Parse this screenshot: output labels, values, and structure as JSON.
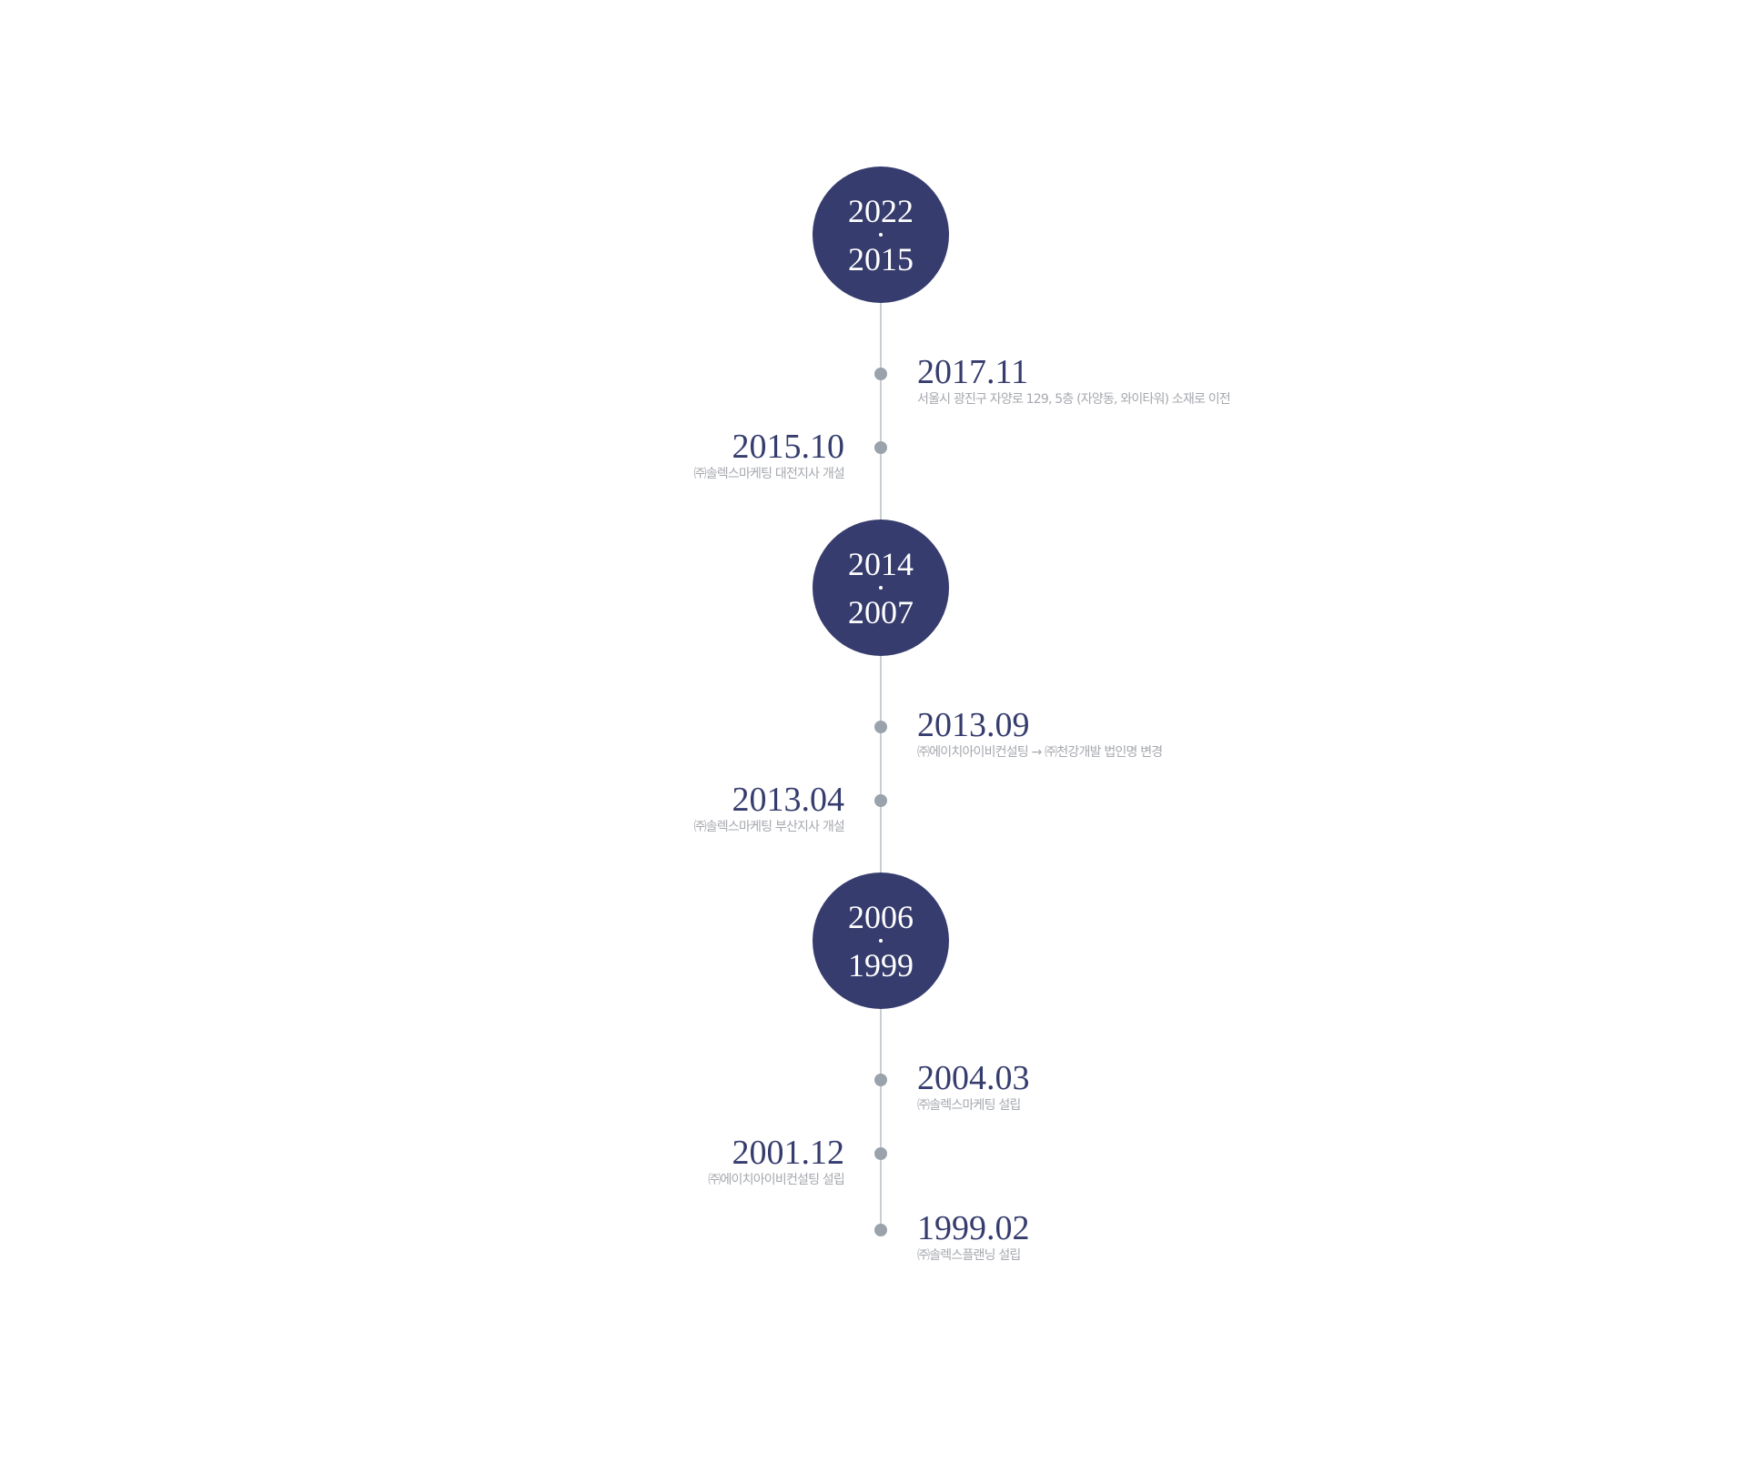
{
  "colors": {
    "accent": "#363d6e",
    "dot": "#9aa3ab",
    "line": "#c9ced3",
    "desc_text": "#a5a8ae"
  },
  "eras": [
    {
      "start": "2022",
      "end": "2015",
      "events": [
        {
          "date": "2017.11",
          "desc": "서울시 광진구 자양로 129, 5층 (자양동, 와이타워) 소재로 이전"
        },
        {
          "date": "2015.10",
          "desc": "㈜솔렉스마케팅 대전지사 개설"
        }
      ]
    },
    {
      "start": "2014",
      "end": "2007",
      "events": [
        {
          "date": "2013.09",
          "desc": "㈜에이치아이비컨설팅 → ㈜천강개발 법인명 변경"
        },
        {
          "date": "2013.04",
          "desc": "㈜솔렉스마케팅 부산지사 개설"
        }
      ]
    },
    {
      "start": "2006",
      "end": "1999",
      "events": [
        {
          "date": "2004.03",
          "desc": "㈜솔렉스마케팅 설립"
        },
        {
          "date": "2001.12",
          "desc": "㈜에이치아이비컨설팅 설립"
        },
        {
          "date": "1999.02",
          "desc": "㈜솔렉스플랜닝 설립"
        }
      ]
    }
  ]
}
